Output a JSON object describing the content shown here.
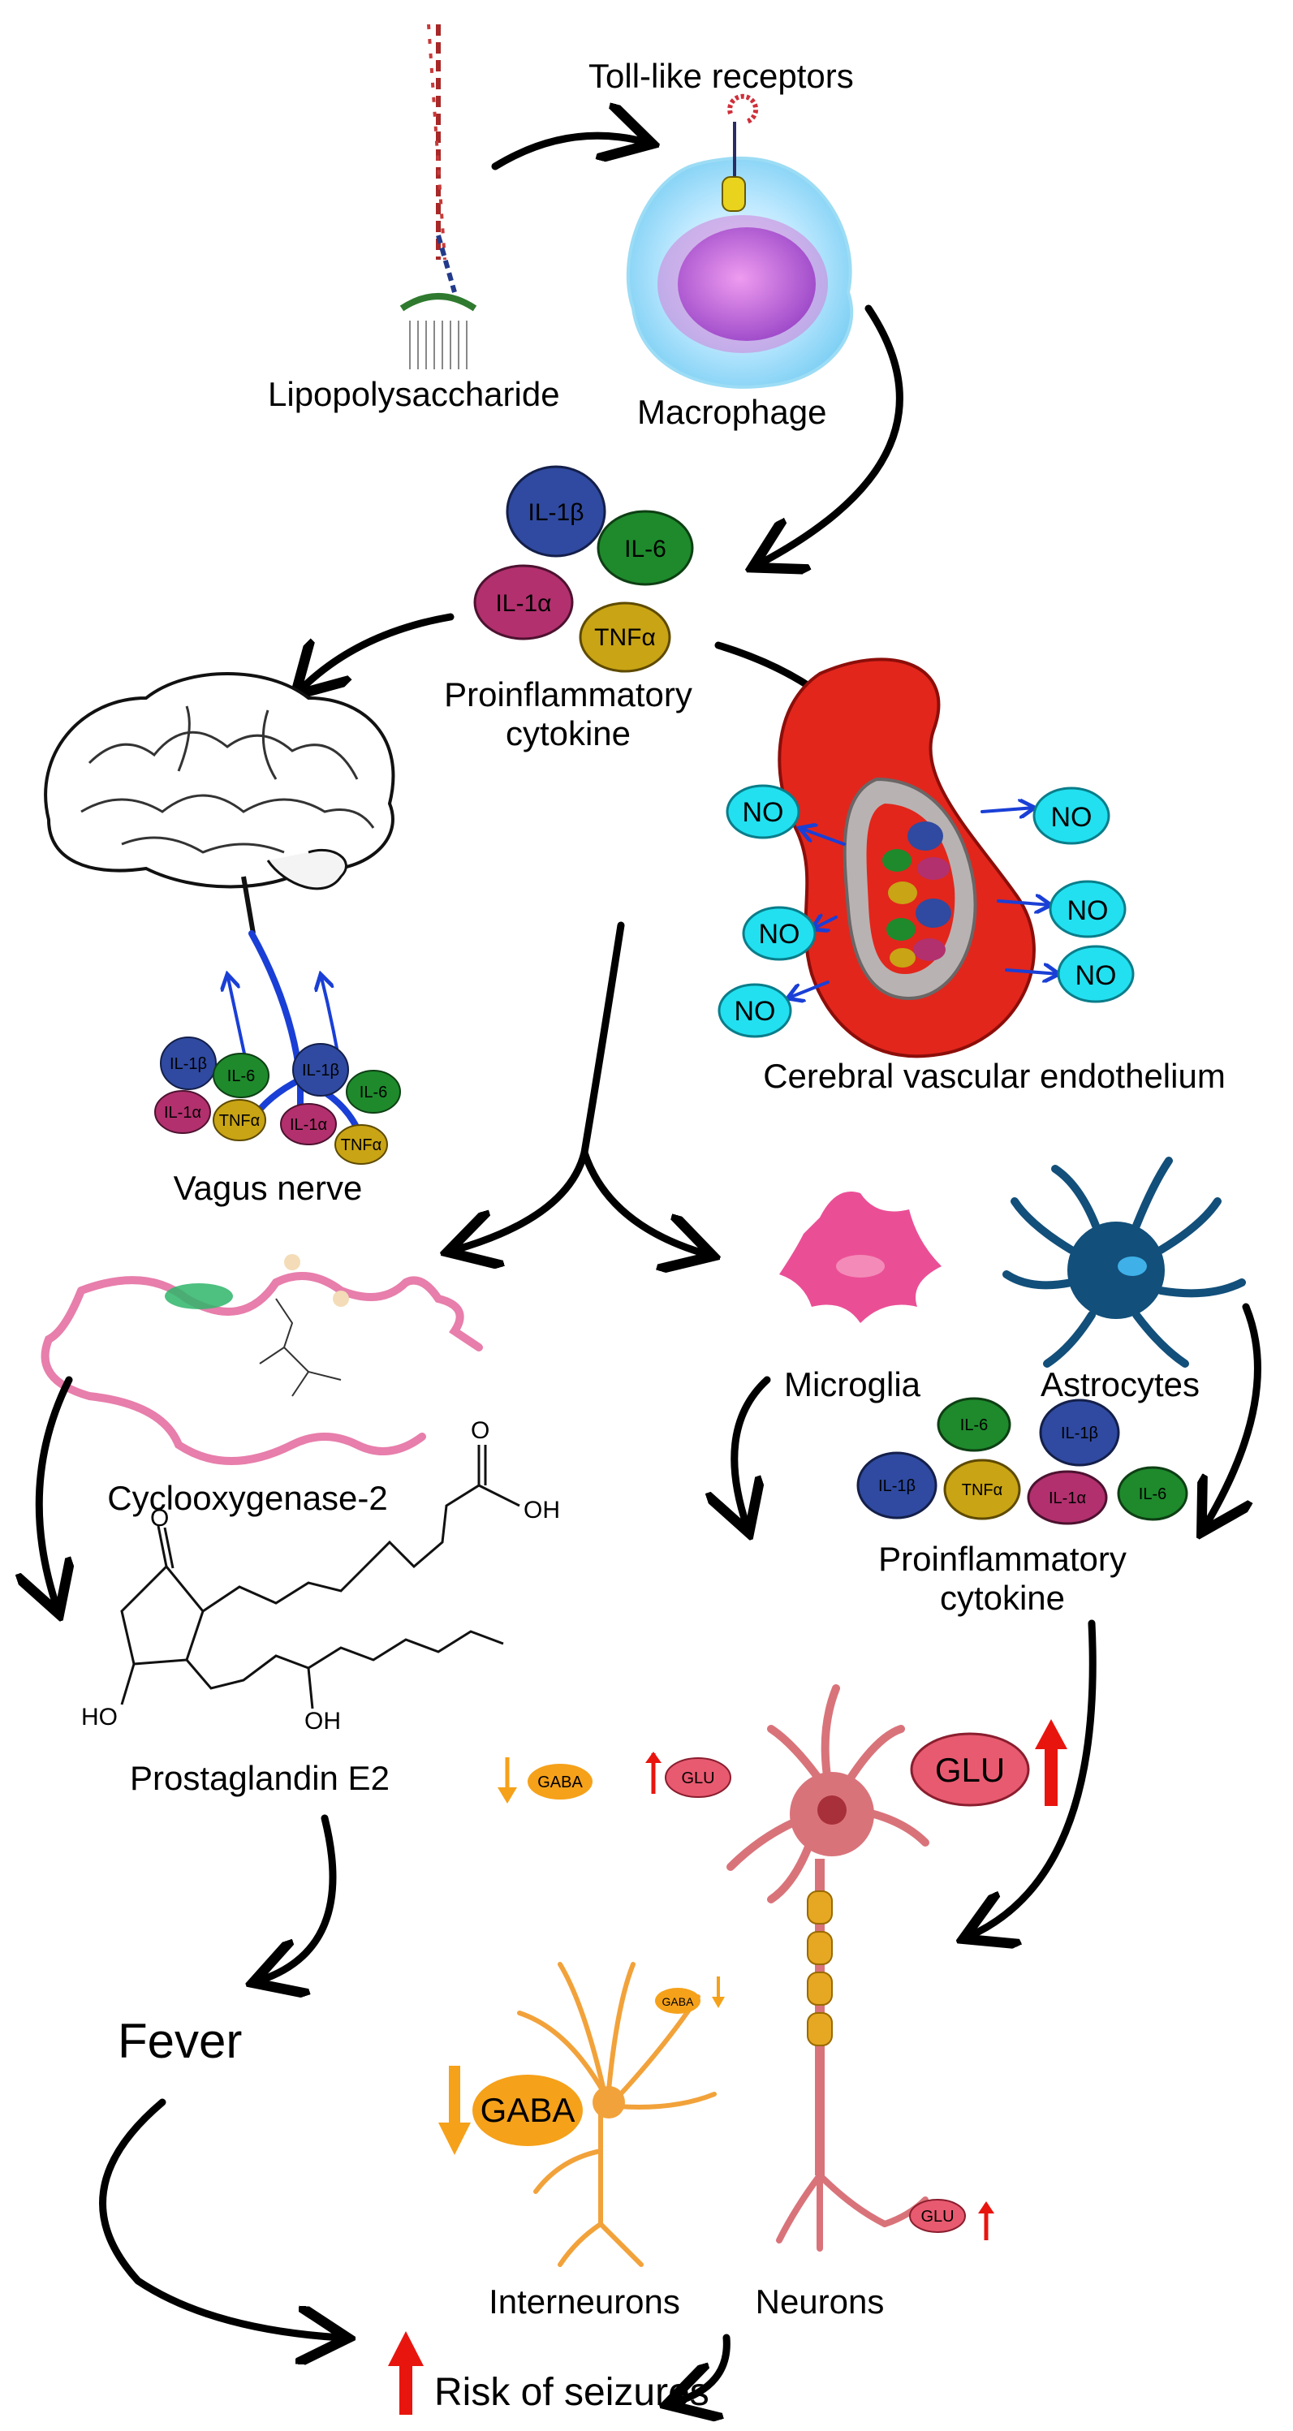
{
  "labels": {
    "toll_like_receptors": "Toll-like receptors",
    "lipopolysaccharide": "Lipopolysaccharide",
    "macrophage": "Macrophage",
    "proinflammatory_1": "Proinflammatory",
    "cytokine_1": "cytokine",
    "cerebral_vascular_endothelium": "Cerebral vascular endothelium",
    "vagus_nerve": "Vagus nerve",
    "microglia": "Microglia",
    "astrocytes": "Astrocytes",
    "cyclooxygenase_2": "Cyclooxygenase-2",
    "proinflammatory_2": "Proinflammatory",
    "cytokine_2": "cytokine",
    "prostaglandin_e2": "Prostaglandin E2",
    "fever": "Fever",
    "interneurons": "Interneurons",
    "neurons": "Neurons",
    "risk_of_seizures": "Risk of seizures"
  },
  "cytokines": {
    "il1b": "IL-1β",
    "il6": "IL-6",
    "il1a": "IL-1α",
    "tnfa": "TNFα"
  },
  "molecules": {
    "no": "NO",
    "glu": "GLU",
    "gaba": "GABA",
    "oh": "OH",
    "ho": "HO",
    "o": "O"
  },
  "colors": {
    "il1b": "#2f4aa0",
    "il6": "#1e8a2c",
    "il1a": "#b2306e",
    "tnfa": "#c9a414",
    "no": "#22e0f0",
    "increase": "#e8150f",
    "decrease": "#f5a11a",
    "microglia": "#ea4f96",
    "astrocyte": "#124f7a",
    "vessel": "#e2261c",
    "neuron": "#d9737a",
    "interneuron": "#f2a23a",
    "nerve": "#1a3fd6"
  }
}
